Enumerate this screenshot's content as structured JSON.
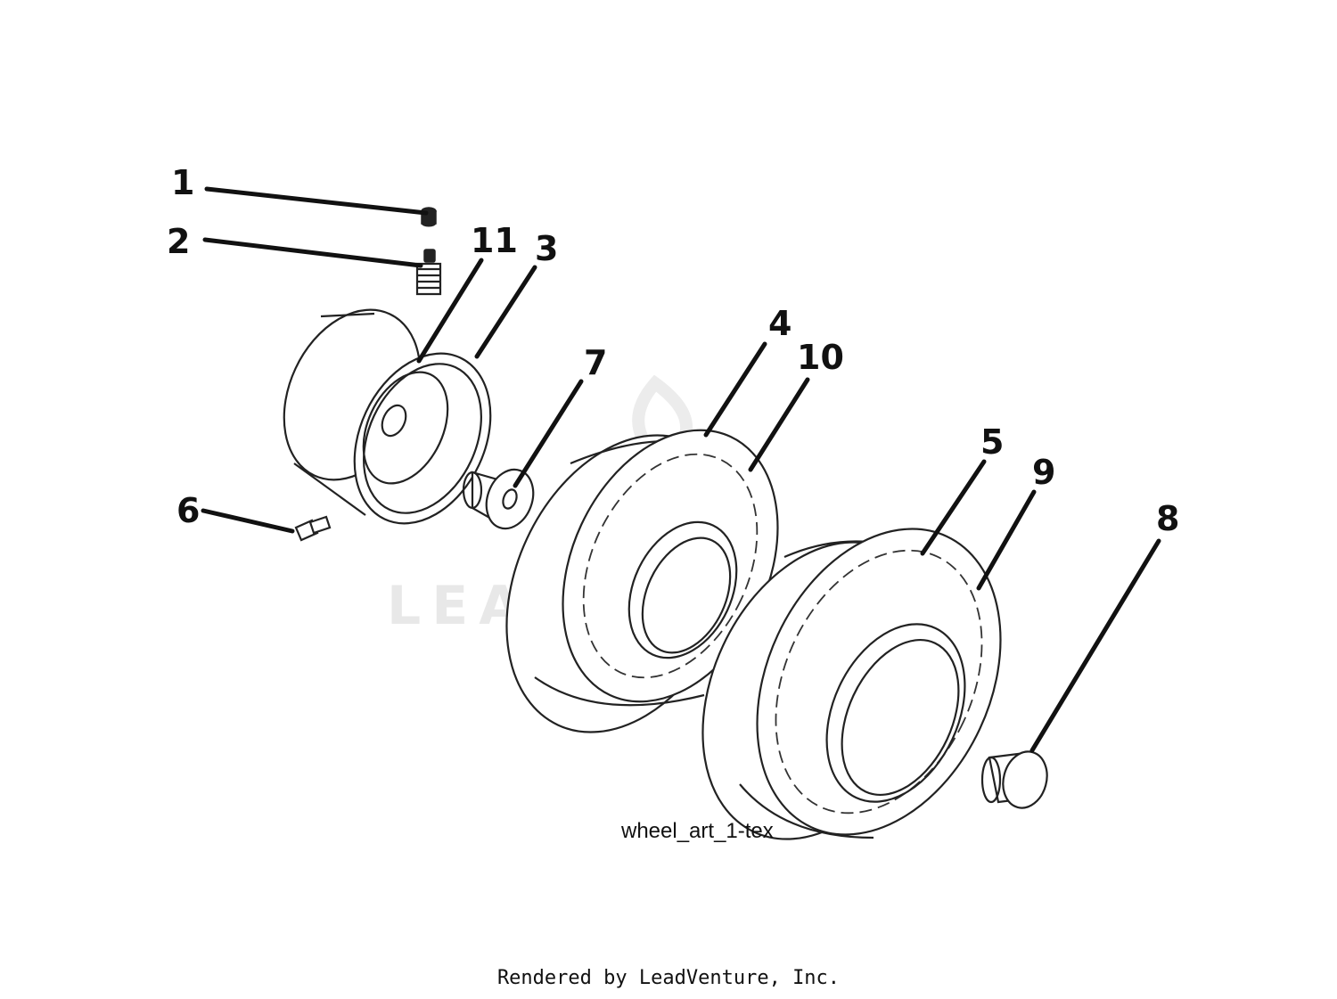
{
  "diagram_id": "wheel_art_1-tex",
  "footer": "Rendered by LeadVenture, Inc.",
  "watermark": {
    "text": "LEADVENTURE",
    "logo_icon": "leadventure-flame-logo-icon"
  },
  "callouts": {
    "c1": "1",
    "c2": "2",
    "c3": "3",
    "c4": "4",
    "c5": "5",
    "c6": "6",
    "c7": "7",
    "c8": "8",
    "c9": "9",
    "c10": "10",
    "c11": "11"
  },
  "parts": {
    "p1": "cap-icon",
    "p2": "valve-stem-icon",
    "p3": "wheel-rim-icon",
    "p4": "front-tire-icon",
    "p5": "rear-tire-icon",
    "p6": "grease-fitting-icon",
    "p7": "bushing-icon",
    "p8": "hub-cap-icon"
  },
  "colors": {
    "line": "#111111",
    "background": "#ffffff",
    "watermark": "#d7d7d7"
  }
}
